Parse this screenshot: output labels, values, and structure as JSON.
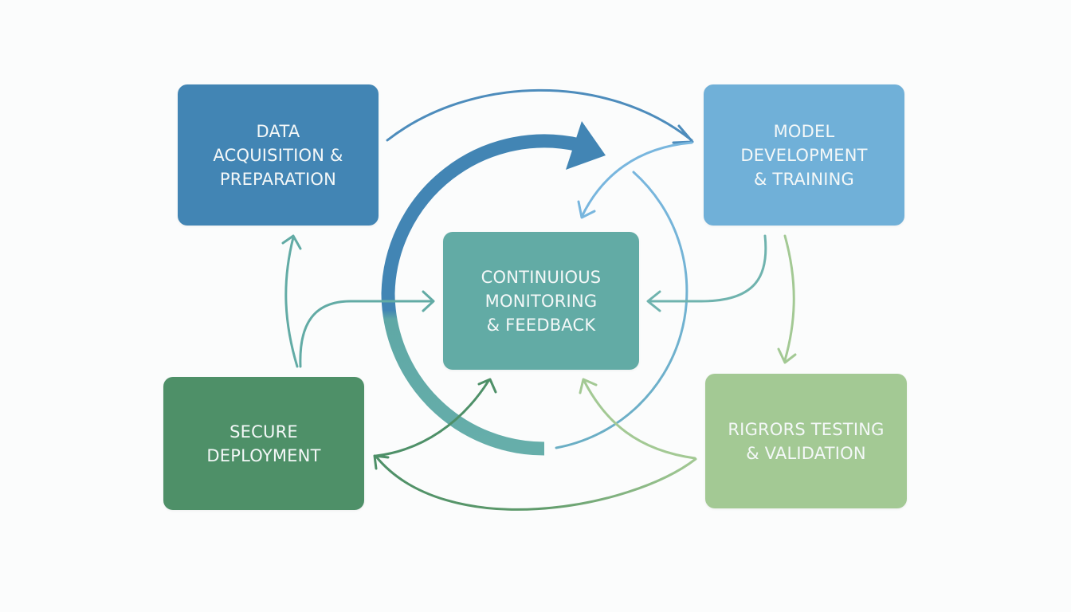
{
  "diagram": {
    "type": "cycle",
    "nodes": [
      {
        "id": "data",
        "lines": [
          "DATA",
          "ACQUISITION &",
          "PREPARATION"
        ],
        "color": "#4285b4"
      },
      {
        "id": "model",
        "lines": [
          "MODEL",
          "DEVELOPMENT",
          "& TRAINING"
        ],
        "color": "#70b0d8"
      },
      {
        "id": "monitor",
        "lines": [
          "CONTINUIOUS",
          "MONITORING",
          "& FEEDBACK"
        ],
        "color": "#62aba5"
      },
      {
        "id": "secure",
        "lines": [
          "SECURE",
          "DEPLOYMENT"
        ],
        "color": "#4e9068"
      },
      {
        "id": "testing",
        "lines": [
          "RIGRORS TESTING",
          "& VALIDATION"
        ],
        "color": "#a3c994"
      }
    ],
    "edges": [
      {
        "from": "data",
        "to": "model"
      },
      {
        "from": "model",
        "to": "monitor"
      },
      {
        "from": "model",
        "to": "testing"
      },
      {
        "from": "testing",
        "to": "monitor"
      },
      {
        "from": "testing",
        "to": "secure"
      },
      {
        "from": "secure",
        "to": "monitor"
      },
      {
        "from": "secure",
        "to": "data"
      }
    ],
    "colors": {
      "blue_dark": "#4285b4",
      "blue_light": "#70b0d8",
      "teal": "#62aba5",
      "green_dark": "#4e9068",
      "green_light": "#a3c994",
      "background": "#fbfcfc"
    }
  }
}
